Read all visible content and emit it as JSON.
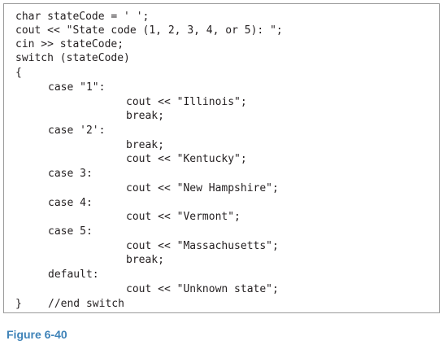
{
  "code": {
    "lines": [
      "char stateCode = ' ';",
      "cout << \"State code (1, 2, 3, 4, or 5): \";",
      "cin >> stateCode;",
      "switch (stateCode)",
      "{",
      "case \"1\":",
      "cout << \"Illinois\";",
      "break;",
      "case '2':",
      "break;",
      "cout << \"Kentucky\";",
      "case 3:",
      "cout << \"New Hampshire\";",
      "case 4:",
      "cout << \"Vermont\";",
      "case 5:",
      "cout << \"Massachusetts\";",
      "break;",
      "default:",
      "cout << \"Unknown state\";",
      "}",
      "//end switch"
    ]
  },
  "caption": "Figure 6-40"
}
